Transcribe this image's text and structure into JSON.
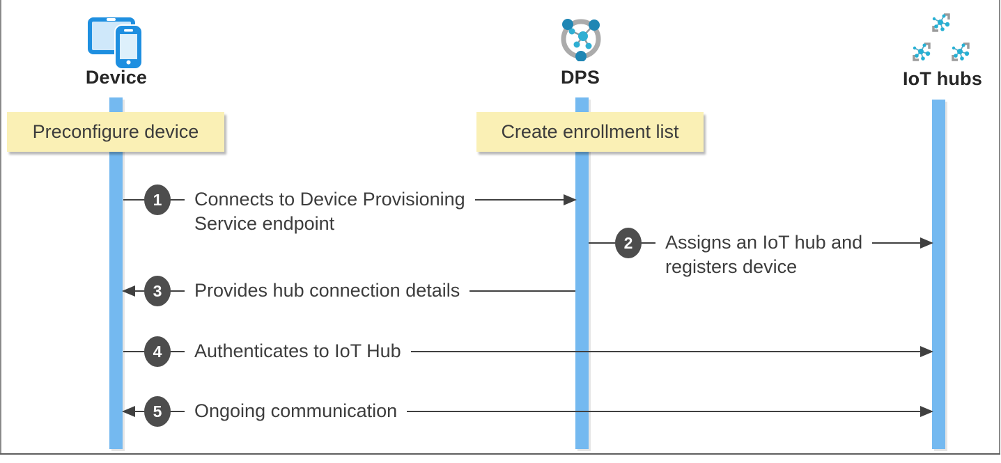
{
  "diagram": {
    "type": "sequence",
    "colors": {
      "lifeline_blue": "#74B9F0",
      "note_yellow": "#FAF0B5",
      "line_dark": "#404040",
      "badge_gray": "#4D4D4D",
      "device_blue": "#1E8FE0",
      "hub_cyan": "#29B3D6",
      "ring_gray": "#ABABAB"
    },
    "actors": [
      {
        "name": "Device",
        "icon": "device-icon"
      },
      {
        "name": "DPS",
        "icon": "dps-icon"
      },
      {
        "name": "IoT hubs",
        "icon": "iot-hubs-icon"
      }
    ],
    "notes": [
      {
        "text": "Preconfigure device",
        "actor": "Device"
      },
      {
        "text": "Create enrollment list",
        "actor": "DPS"
      }
    ],
    "messages": [
      {
        "num": "1",
        "lines": [
          "Connects to Device Provisioning",
          "Service endpoint"
        ],
        "from": "Device",
        "to": "DPS",
        "direction": "right"
      },
      {
        "num": "2",
        "lines": [
          "Assigns an IoT hub and",
          "registers device"
        ],
        "from": "DPS",
        "to": "IoT hubs",
        "direction": "right"
      },
      {
        "num": "3",
        "lines": [
          "Provides hub connection details"
        ],
        "from": "DPS",
        "to": "Device",
        "direction": "left"
      },
      {
        "num": "4",
        "lines": [
          "Authenticates to IoT Hub"
        ],
        "from": "Device",
        "to": "IoT hubs",
        "direction": "right"
      },
      {
        "num": "5",
        "lines": [
          "Ongoing communication"
        ],
        "from": "Device",
        "to": "IoT hubs",
        "direction": "both"
      }
    ]
  }
}
